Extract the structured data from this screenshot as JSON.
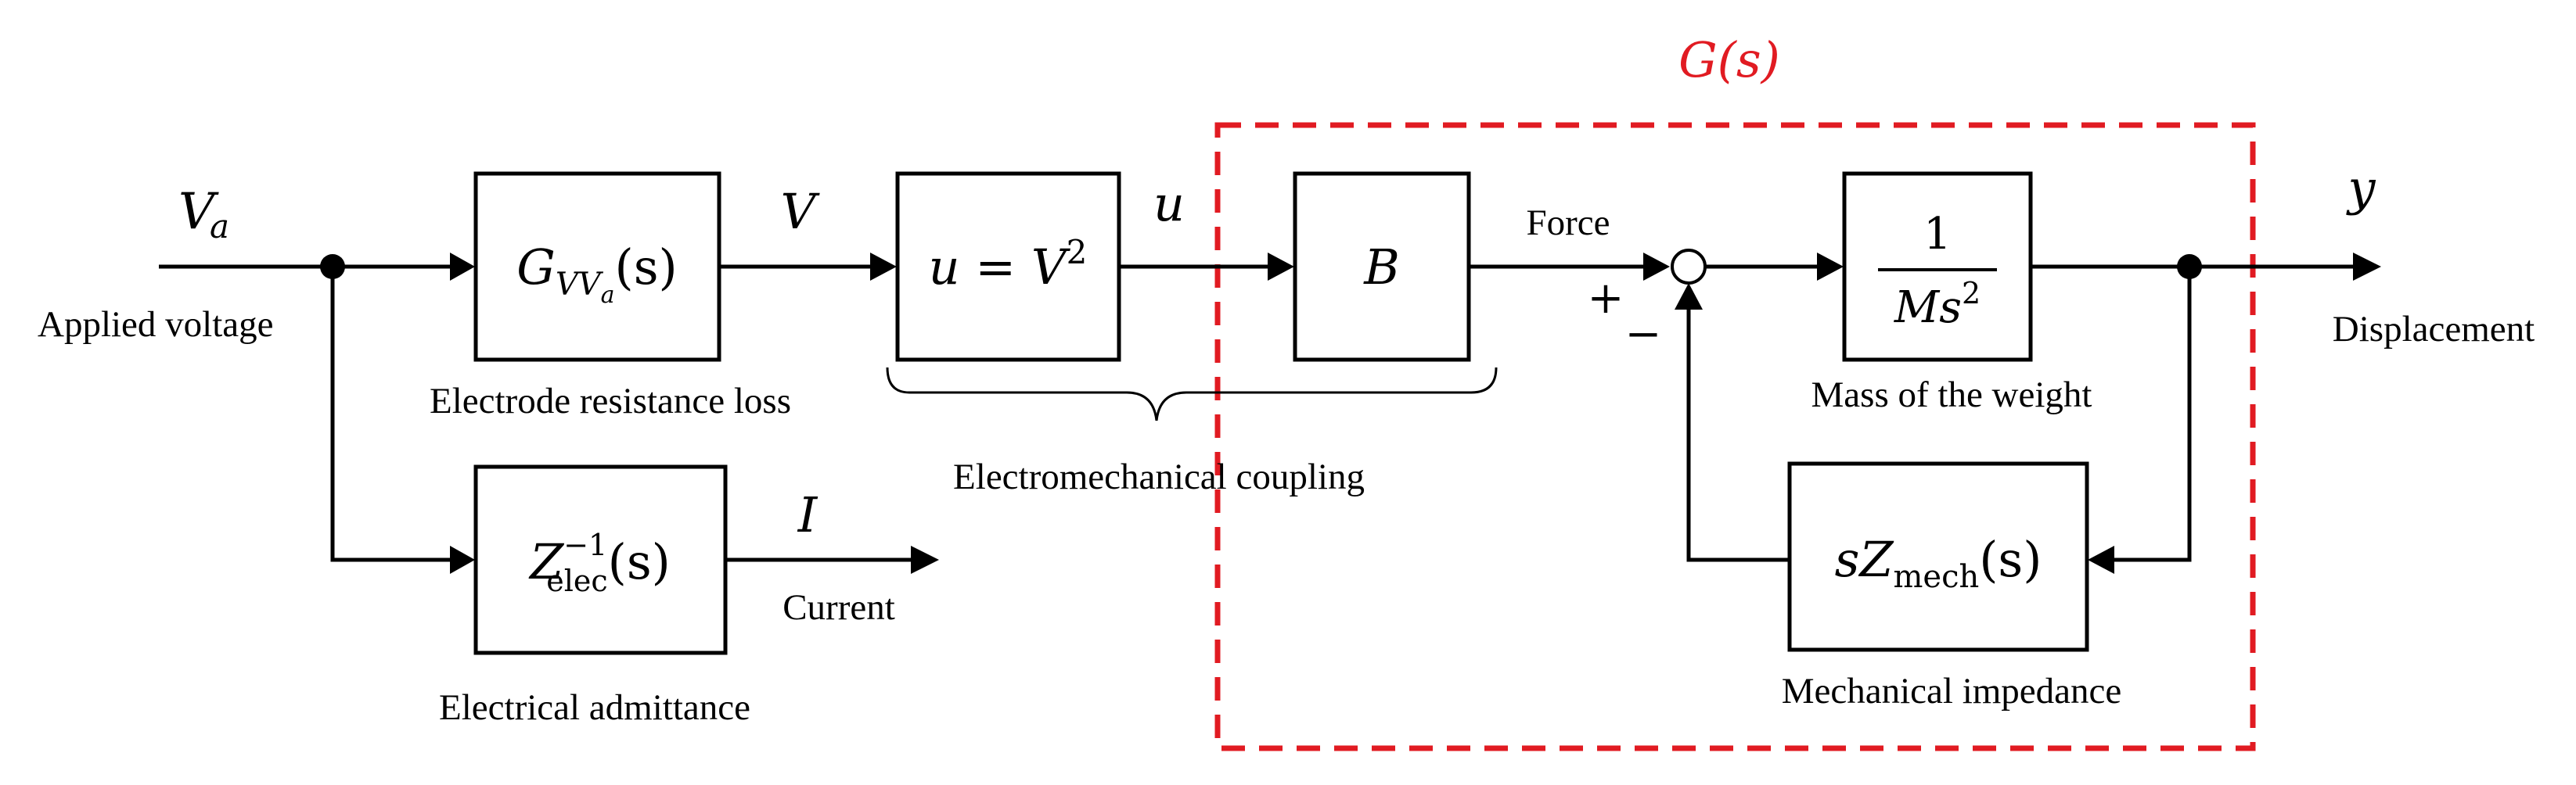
{
  "colors": {
    "region": "#e11b22",
    "line": "#000000"
  },
  "region": {
    "label": "G(s)"
  },
  "signals": {
    "input_symbol": "V",
    "input_symbol_sub": "a",
    "input_caption": "Applied voltage",
    "v_symbol": "V",
    "u_symbol": "u",
    "force_caption": "Force",
    "output_symbol": "y",
    "output_caption": "Displacement",
    "current_symbol": "I",
    "current_caption": "Current",
    "plus": "+",
    "minus": "−"
  },
  "blocks": {
    "resistance": {
      "main": "G",
      "sub1": "VV",
      "sub2": "a",
      "tail": "(s)",
      "caption": "Electrode resistance loss"
    },
    "admittance": {
      "main": "Z",
      "sup": "−1",
      "sub": "elec",
      "tail": "(s)",
      "caption": "Electrical admittance"
    },
    "square": {
      "text_a": "u = V",
      "text_sup": "2"
    },
    "b": {
      "text": "B"
    },
    "coupling_caption": "Electromechanical coupling",
    "mass": {
      "num": "1",
      "den": "Ms",
      "den_sup": "2",
      "caption": "Mass of the weight"
    },
    "impedance": {
      "pre": "sZ",
      "sub": "mech",
      "tail": "(s)",
      "caption": "Mechanical impedance"
    }
  }
}
